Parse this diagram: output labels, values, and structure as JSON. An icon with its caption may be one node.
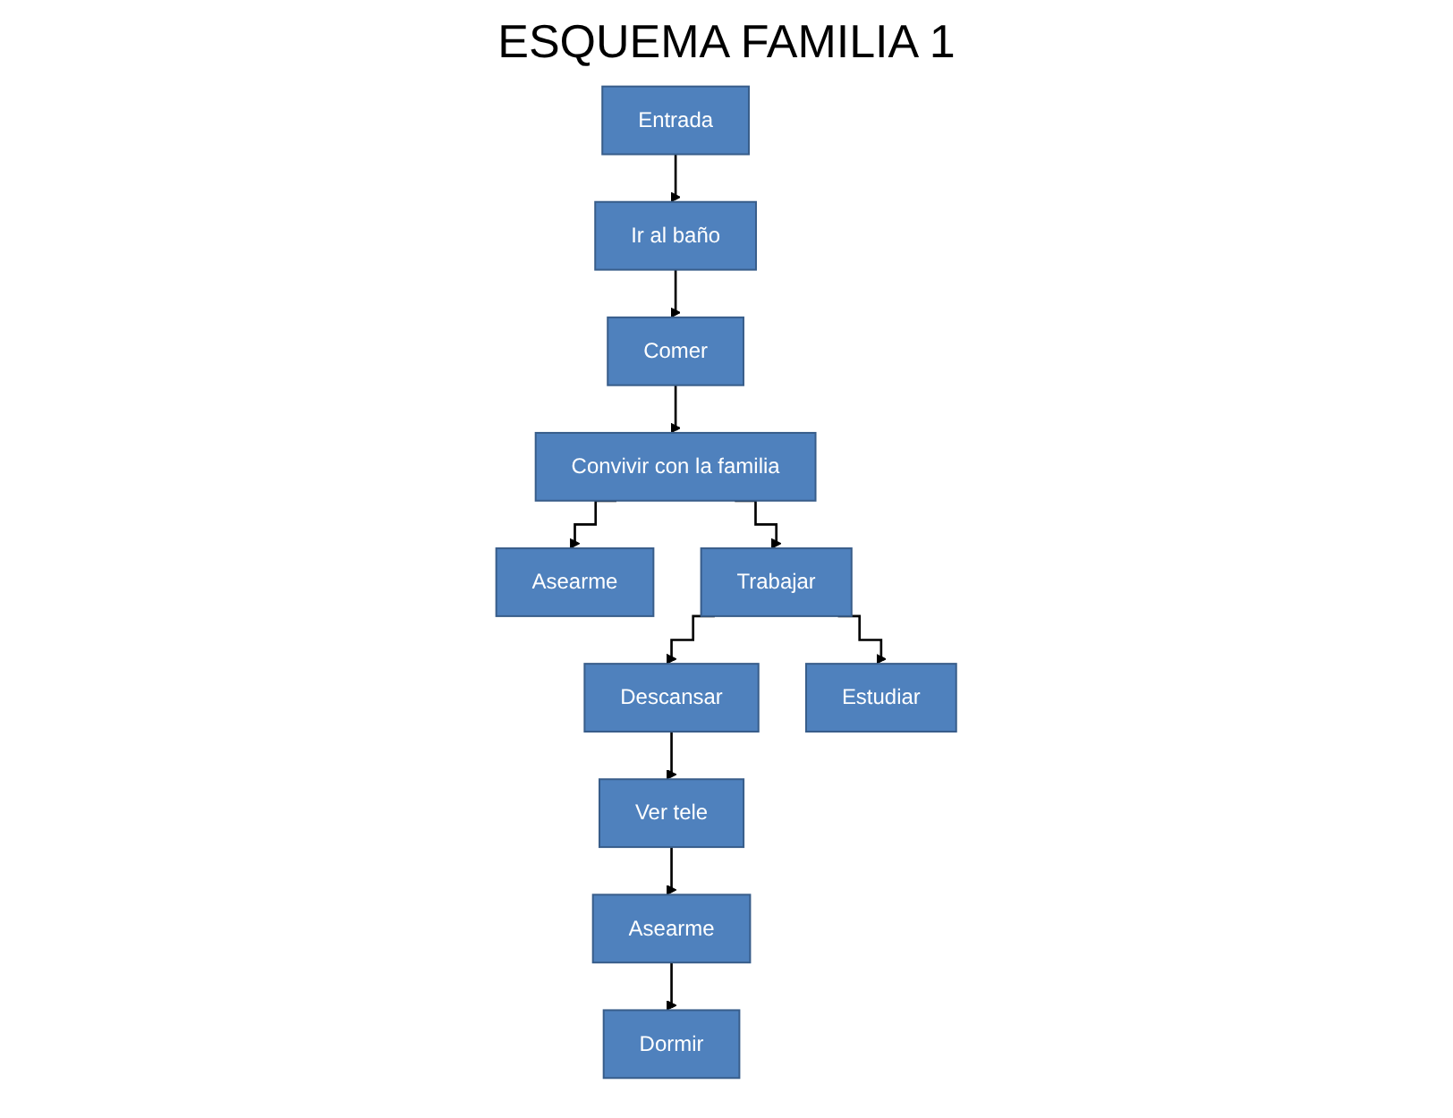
{
  "diagram": {
    "title": "ESQUEMA FAMILIA 1",
    "nodes": [
      {
        "text": [
          "Entrada"
        ]
      },
      {
        "text": [
          "Ir al baño"
        ]
      },
      {
        "text": [
          "Comer"
        ]
      },
      {
        "text": [
          "Convivir con la familia"
        ]
      },
      {
        "text": [
          "Asearme"
        ]
      },
      {
        "text": [
          "Trabajar"
        ]
      },
      {
        "text": [
          "Descansar"
        ]
      },
      {
        "text": [
          "Estudiar"
        ]
      },
      {
        "text": [
          "Ver tele"
        ]
      },
      {
        "text": [
          "Asearme"
        ]
      },
      {
        "text": [
          "Dormir"
        ]
      }
    ],
    "edges": [
      {
        "from": 0,
        "to": 1,
        "arrow": "to"
      },
      {
        "from": 1,
        "to": 2,
        "arrow": "to"
      },
      {
        "from": 2,
        "to": 3,
        "arrow": "to"
      },
      {
        "from": 3,
        "to": 4,
        "arrow": "to"
      },
      {
        "from": 3,
        "to": 5,
        "arrow": "to"
      },
      {
        "from": 5,
        "to": 6,
        "arrow": "to"
      },
      {
        "from": 5,
        "to": 7,
        "arrow": "to"
      },
      {
        "from": 6,
        "to": 8,
        "arrow": "to"
      },
      {
        "from": 8,
        "to": 9,
        "arrow": "to"
      },
      {
        "from": 9,
        "to": 10,
        "arrow": "to"
      }
    ]
  }
}
